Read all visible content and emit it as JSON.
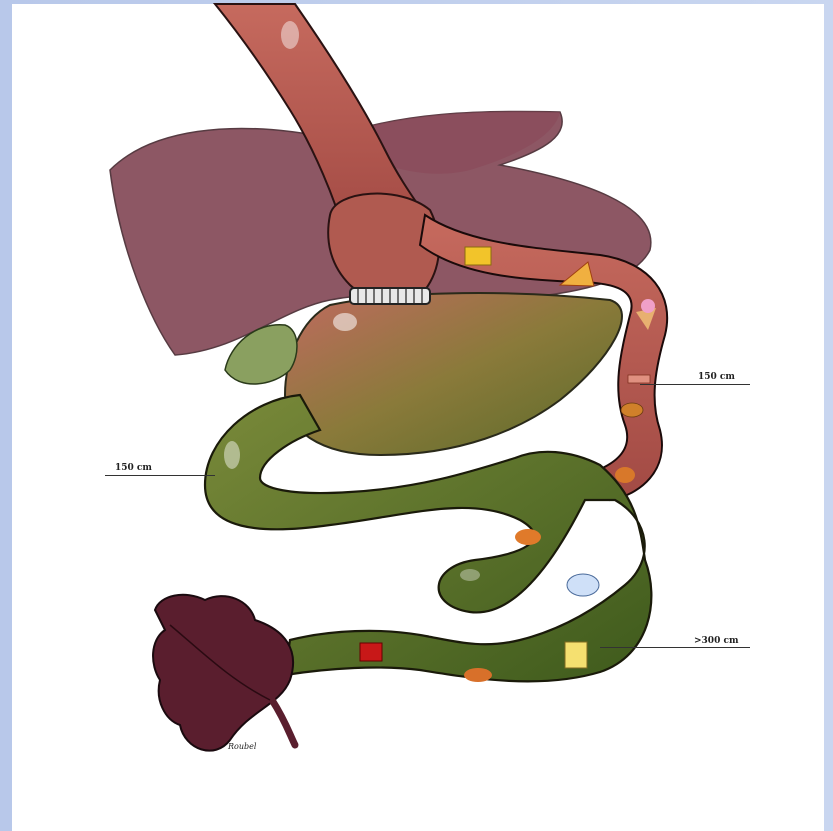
{
  "labels": {
    "biliopancreatic_limb": "150 cm",
    "alimentary_limb": "150 cm",
    "common_channel": ">300 cm"
  },
  "signature": "Roubel",
  "colors": {
    "background_side": "#bccbea",
    "liver": "#7a3a4a",
    "stomach_pouch": "#9a4a50",
    "gastric_remnant": "#6b7a3a",
    "small_bowel_green": "#4a6a22",
    "alimentary_limb": "#b45a52",
    "colon": "#5a1e2e"
  },
  "icons": [
    "cheese-icon",
    "pizza-icon",
    "ice-cream-icon",
    "bacon-icon",
    "hamburger-icon",
    "chicken-leg-icon",
    "roast-chicken-icon",
    "egg-plate-icon",
    "beer-mug-icon",
    "coffee-cup-icon",
    "sausage-icon"
  ]
}
